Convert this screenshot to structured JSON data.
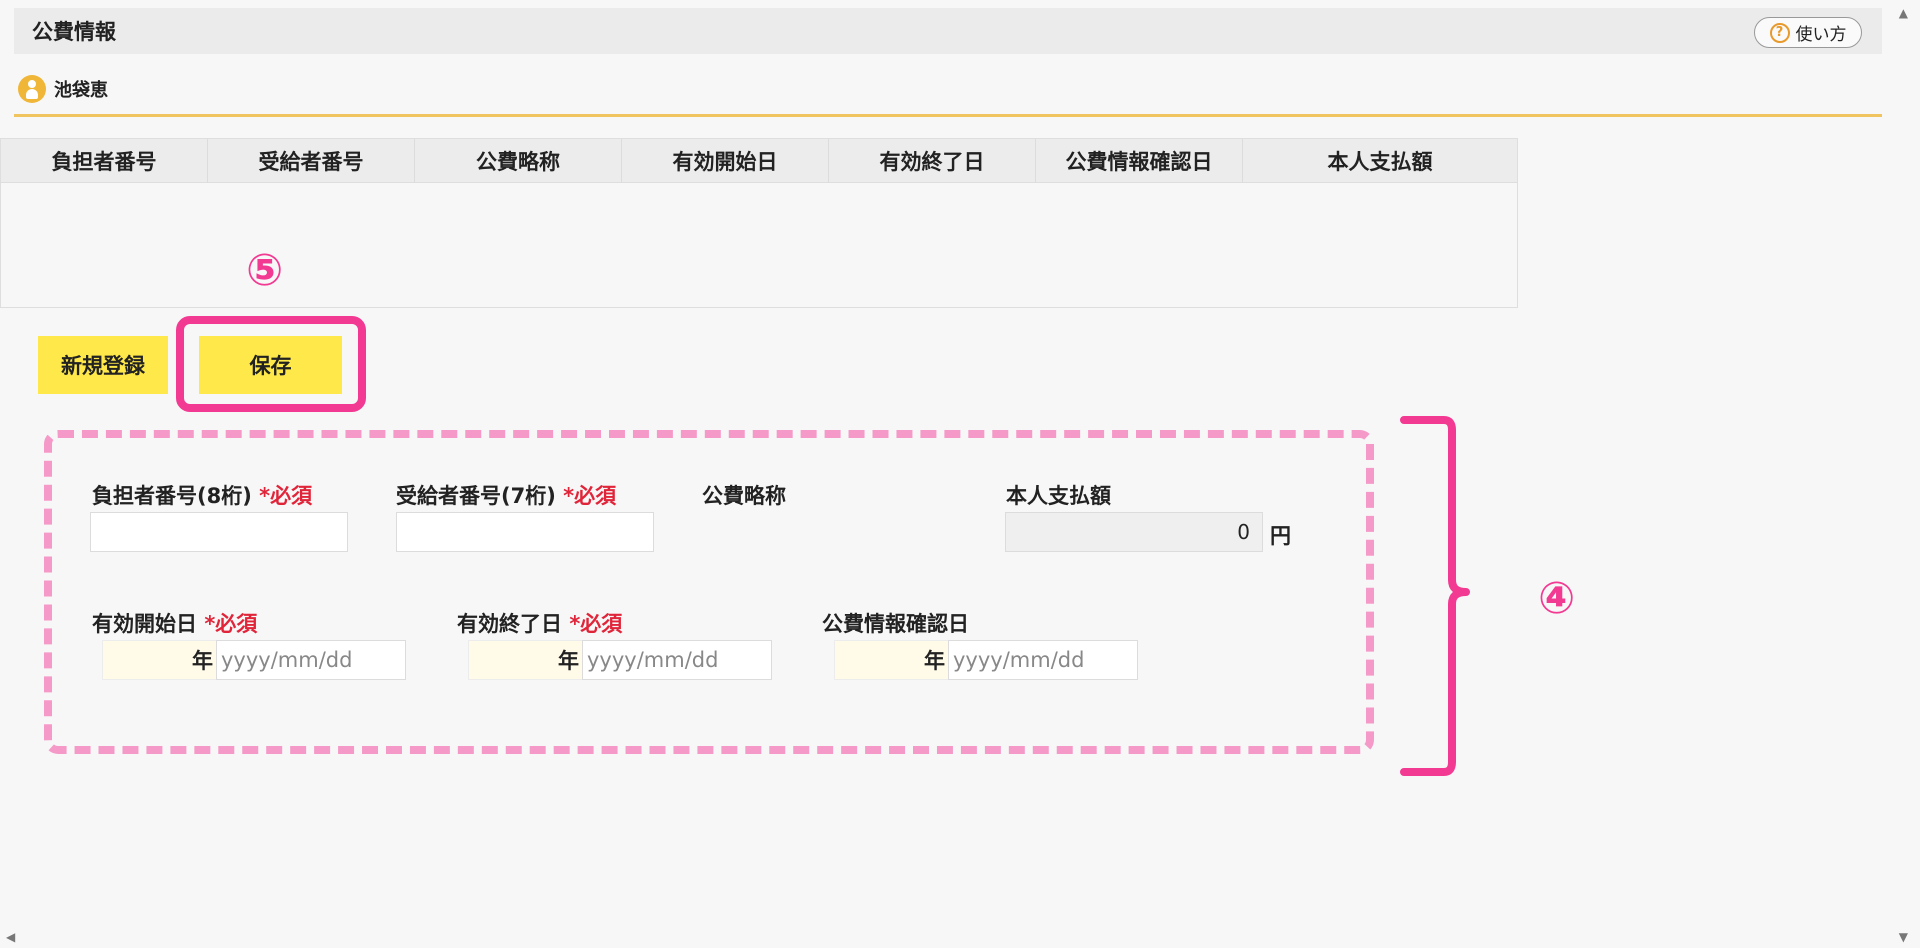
{
  "header": {
    "title": "公費情報",
    "help_label": "使い方"
  },
  "patient": {
    "name": "池袋恵"
  },
  "table": {
    "columns": [
      "負担者番号",
      "受給者番号",
      "公費略称",
      "有効開始日",
      "有効終了日",
      "公費情報確認日",
      "本人支払額"
    ]
  },
  "buttons": {
    "new_label": "新規登録",
    "save_label": "保存"
  },
  "annotations": {
    "marker_save": "⑤",
    "marker_form": "④"
  },
  "form": {
    "required_mark": "*必須",
    "payer_number": {
      "label": "負担者番号(8桁)",
      "value": ""
    },
    "recipient_number": {
      "label": "受給者番号(7桁)",
      "value": ""
    },
    "abbrev": {
      "label": "公費略称"
    },
    "self_payment": {
      "label": "本人支払額",
      "value": "0",
      "unit": "円"
    },
    "start_date": {
      "label": "有効開始日",
      "year_label": "年",
      "placeholder": "yyyy/mm/dd"
    },
    "end_date": {
      "label": "有効終了日",
      "year_label": "年",
      "placeholder": "yyyy/mm/dd"
    },
    "confirm_date": {
      "label": "公費情報確認日",
      "year_label": "年",
      "placeholder": "yyyy/mm/dd"
    }
  },
  "colors": {
    "accent_pink": "#f23a93",
    "dashed_pink": "#f59ac8",
    "button_yellow": "#ffe94a",
    "gold_line": "#f0c560",
    "required_red": "#e0253a"
  },
  "icons": {
    "help": "help-circle-icon",
    "patient": "patient-avatar-icon"
  }
}
